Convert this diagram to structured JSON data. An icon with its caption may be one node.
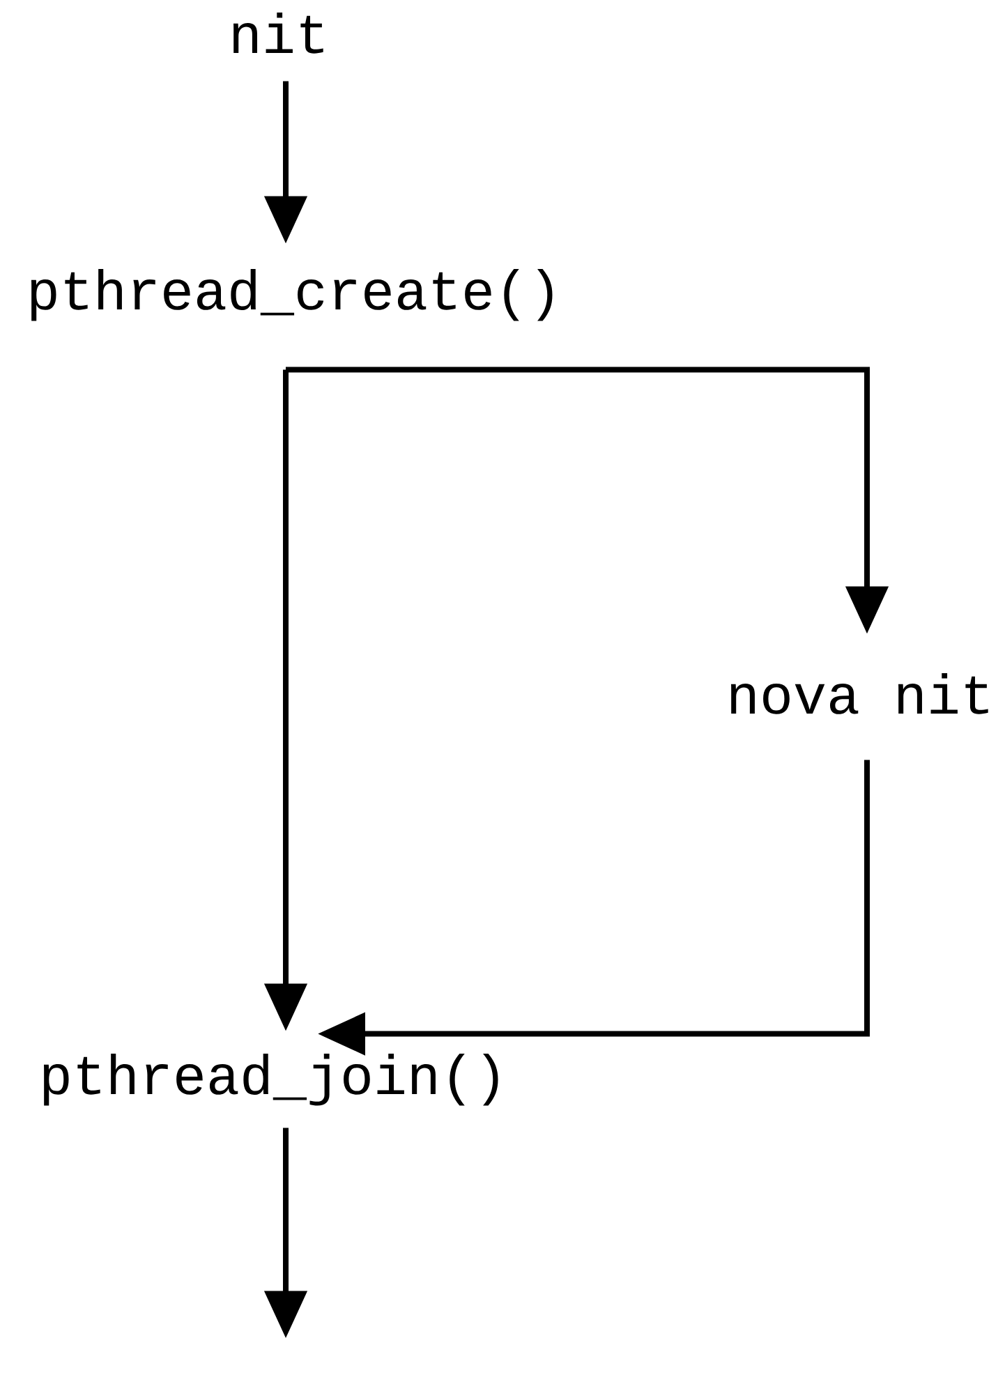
{
  "diagram": {
    "nodes": [
      {
        "text": [
          "nit"
        ]
      },
      {
        "text": [
          "pthread_create()"
        ]
      },
      {
        "text": [
          "nova nit"
        ]
      },
      {
        "text": [
          "pthread_join()"
        ]
      }
    ],
    "edges": [
      {
        "from": 0,
        "to": 1,
        "arrow": "to"
      },
      {
        "from": 1,
        "to": 2,
        "arrow": "to"
      },
      {
        "from": 1,
        "to": 3,
        "arrow": "to"
      },
      {
        "from": 2,
        "to": 3,
        "arrow": "to"
      },
      {
        "from": 3,
        "to": null,
        "arrow": "to"
      }
    ]
  }
}
